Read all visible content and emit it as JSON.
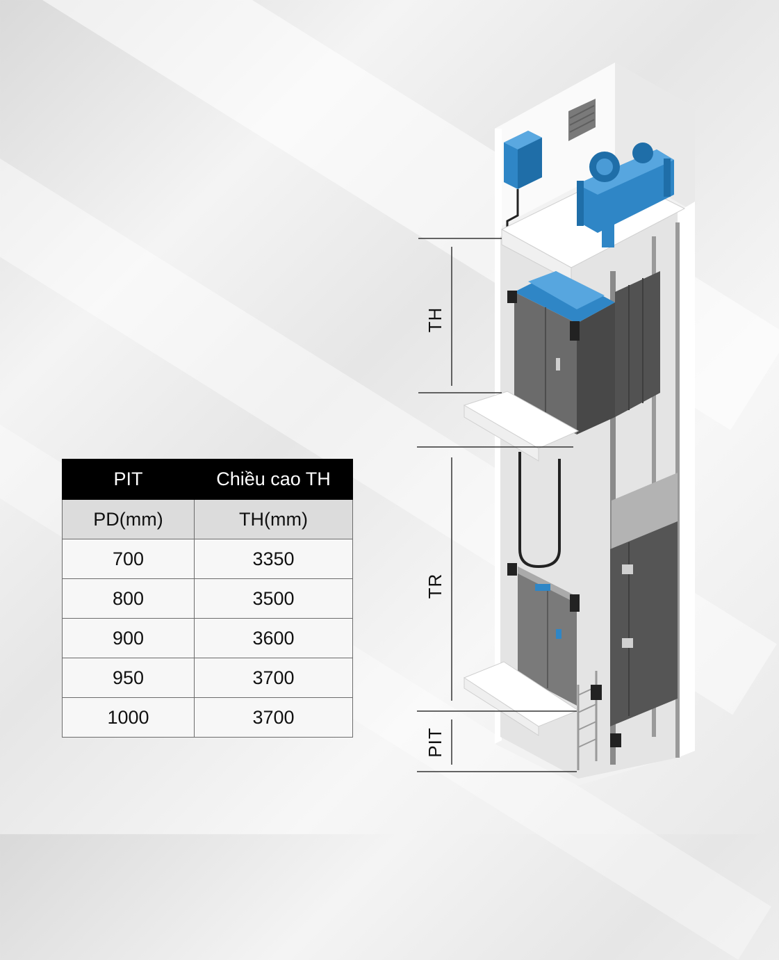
{
  "table": {
    "headers": [
      "PIT",
      "Chiều cao TH"
    ],
    "units": [
      "PD(mm)",
      "TH(mm)"
    ],
    "rows": [
      [
        "700",
        "3350"
      ],
      [
        "800",
        "3500"
      ],
      [
        "900",
        "3600"
      ],
      [
        "950",
        "3700"
      ],
      [
        "1000",
        "3700"
      ]
    ]
  },
  "dimensions": {
    "th_label": "TH",
    "tr_label": "TR",
    "pit_label": "PIT"
  },
  "colors": {
    "table_header_bg": "#000000",
    "unit_row_bg": "#dcdcdc",
    "machine_blue": "#2f86c6",
    "cabin_grey": "#5a5a5a"
  }
}
